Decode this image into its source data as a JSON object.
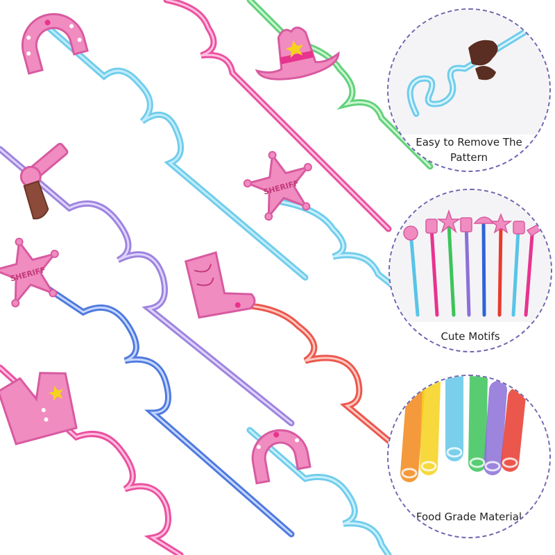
{
  "callouts": [
    {
      "caption": "Easy to Remove The Pattern"
    },
    {
      "caption": "Cute Motifs"
    },
    {
      "caption": "Food Grade Material"
    }
  ],
  "badges": {
    "sheriff": "SHERIFF"
  },
  "colors": {
    "pink": "#e8338f",
    "cyan": "#58c4e8",
    "green": "#3cc45a",
    "purple": "#8c6fd8",
    "blue": "#2f63d8",
    "red": "#e83a2e",
    "orange": "#f2891a",
    "yellow": "#f6d21c",
    "motif_pink": "#f08cc0",
    "dashed_border": "#6e66b0"
  }
}
